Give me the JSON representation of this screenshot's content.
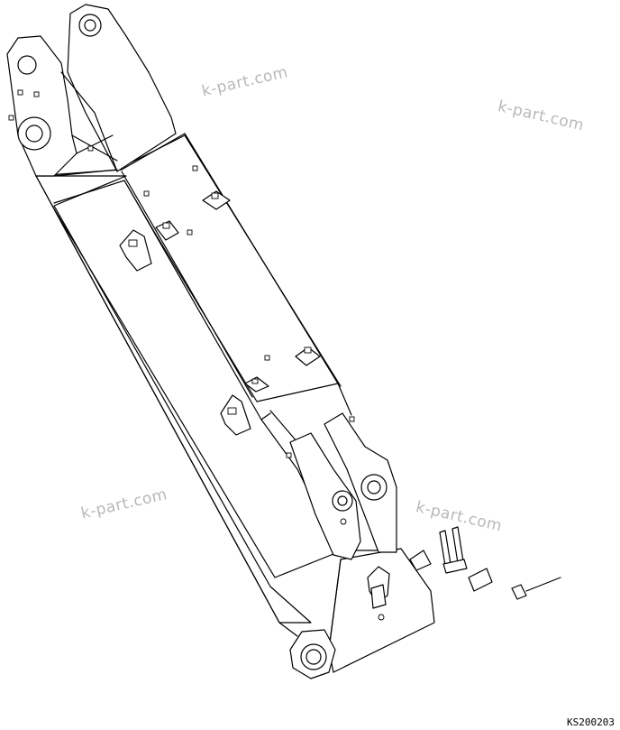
{
  "watermarks": [
    "k-part.com",
    "k-part.com",
    "k-part.com",
    "k-part.com"
  ],
  "drawing_code": "KS200203",
  "colors": {
    "line": "#000000",
    "watermark": "#b8b8b8",
    "background": "#ffffff"
  }
}
